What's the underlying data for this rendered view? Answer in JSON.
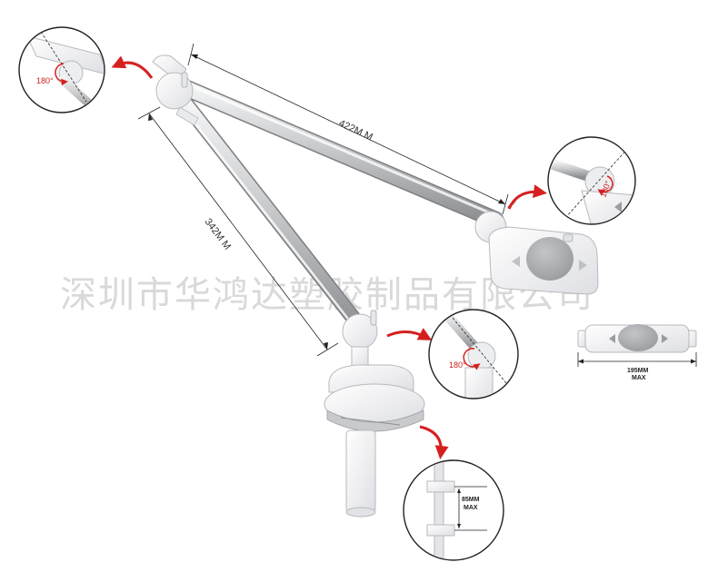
{
  "watermark": "深圳市华鸿达塑胶制品有限公司",
  "dimensions": {
    "upper_arm": "422M M",
    "lower_arm": "342M M",
    "holder_width": "195MM",
    "holder_width_note": "MAX",
    "clamp_opening": "85MM",
    "clamp_opening_note": "MAX"
  },
  "rotation": {
    "top_joint": "180°",
    "holder_joint": "180°",
    "base_joint": "180°"
  },
  "colors": {
    "accent": "#d62020",
    "pole": "#c8cacc",
    "plastic": "#f2f2f4",
    "pad": "#a7a9ad"
  }
}
